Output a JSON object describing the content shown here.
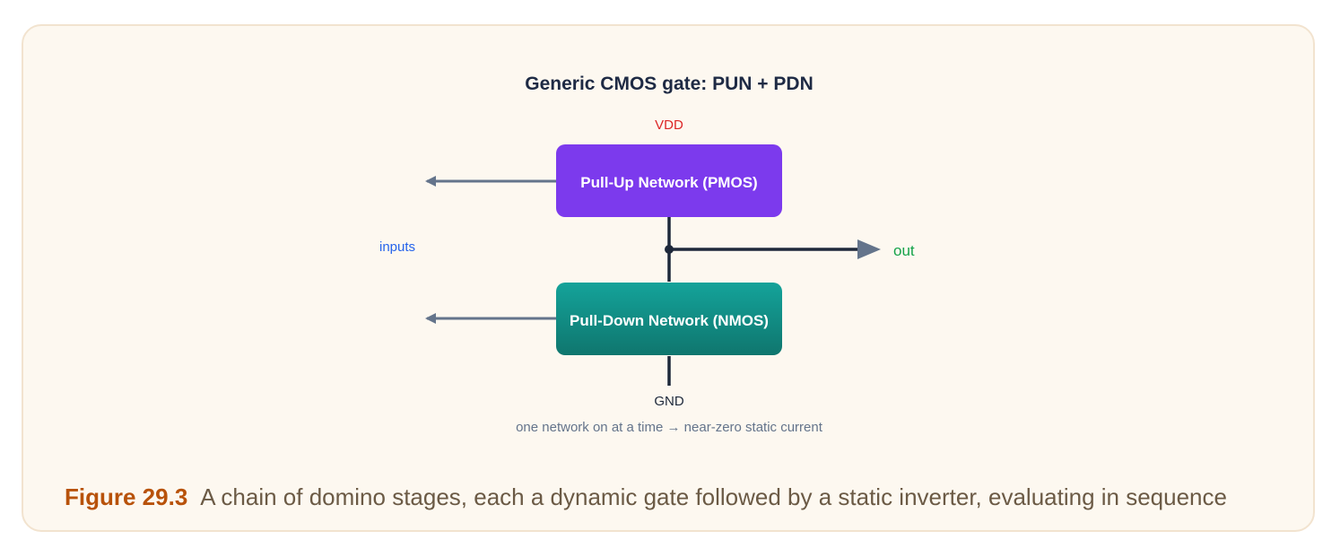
{
  "diagram": {
    "title": "Generic CMOS gate: PUN + PDN",
    "vdd_label": "VDD",
    "gnd_label": "GND",
    "pun_label": "Pull-Up Network (PMOS)",
    "pdn_label": "Pull-Down Network (NMOS)",
    "inputs_label": "inputs",
    "out_label": "out",
    "note": "one network on at a time → near-zero static current",
    "colors": {
      "pun_fill": "#7c3aed",
      "pdn_fill_top": "#14a39a",
      "pdn_fill_bottom": "#0f766e",
      "vdd_text": "#dc2626",
      "inputs_text": "#2563eb",
      "out_text": "#16a34a",
      "wire": "#1e293b",
      "arrow": "#64748b",
      "title_text": "#1e2a44"
    }
  },
  "caption": {
    "label": "Figure 29.3",
    "text": "A chain of domino stages, each a dynamic gate followed by a static inverter, evaluating in sequence"
  }
}
